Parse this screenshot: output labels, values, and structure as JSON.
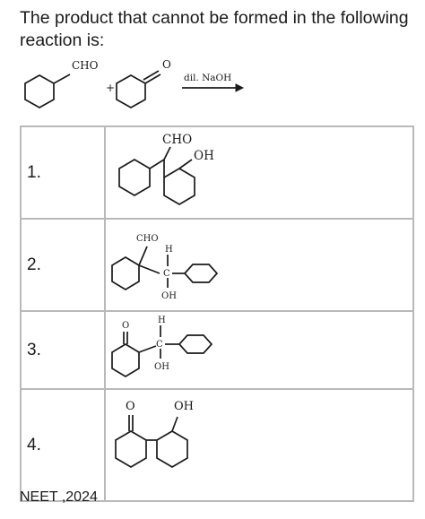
{
  "question": "The product that cannot be formed in the following reaction is:",
  "reaction": {
    "reactant1_group": "CHO",
    "plus": "+",
    "reactant2_group": "O",
    "reagent": "dil. NaOH"
  },
  "options": [
    {
      "number": "1.",
      "labels": [
        "CHO",
        "OH"
      ]
    },
    {
      "number": "2.",
      "labels": [
        "CHO",
        "H",
        "C",
        "OH"
      ]
    },
    {
      "number": "3.",
      "labels": [
        "O",
        "H",
        "C",
        "OH"
      ]
    },
    {
      "number": "4.",
      "labels": [
        "O",
        "OH"
      ]
    }
  ],
  "source": "NEET ,2024"
}
